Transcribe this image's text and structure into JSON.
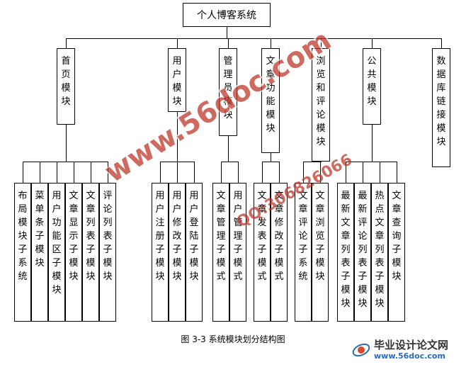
{
  "root": "个人博客系统",
  "modules": [
    {
      "label": "首页模块",
      "children": [
        "布局模块子系统",
        "菜单条子模块",
        "用户功能区子模块",
        "文章显示子模块",
        "文章列表子模块",
        "评论列表子模块"
      ]
    },
    {
      "label": "用户模块",
      "children": [
        "用户注册子模块",
        "用户修改子模块",
        "用户登陆子模块"
      ]
    },
    {
      "label": "管理员模块",
      "children": [
        "文章管理子模式",
        "用户管理子模式"
      ]
    },
    {
      "label": "文章功能模块",
      "children": [
        "文章发表子模式",
        "文章修改子模式"
      ]
    },
    {
      "label": "浏览和评论模块",
      "children": [
        "文章评论子系统",
        "文章浏览子模块"
      ]
    },
    {
      "label": "公共模块",
      "children": [
        "最新文章列表子模块",
        "最新评论列表子模块",
        "热点文章列表子模块",
        "文章查询子模块"
      ]
    },
    {
      "label": "数据库链接模块",
      "children": []
    }
  ],
  "caption": "图 3-3 系统模块划分结构图",
  "watermark": {
    "site": "www.56doc.com",
    "qq": "QQ:306826066"
  },
  "footer": {
    "brand": "毕业设计论文网",
    "url": "www.56doc.com"
  },
  "colors": {
    "watermark": "#c0392b",
    "line": "#000000",
    "footer_url": "#2a6bb3"
  }
}
